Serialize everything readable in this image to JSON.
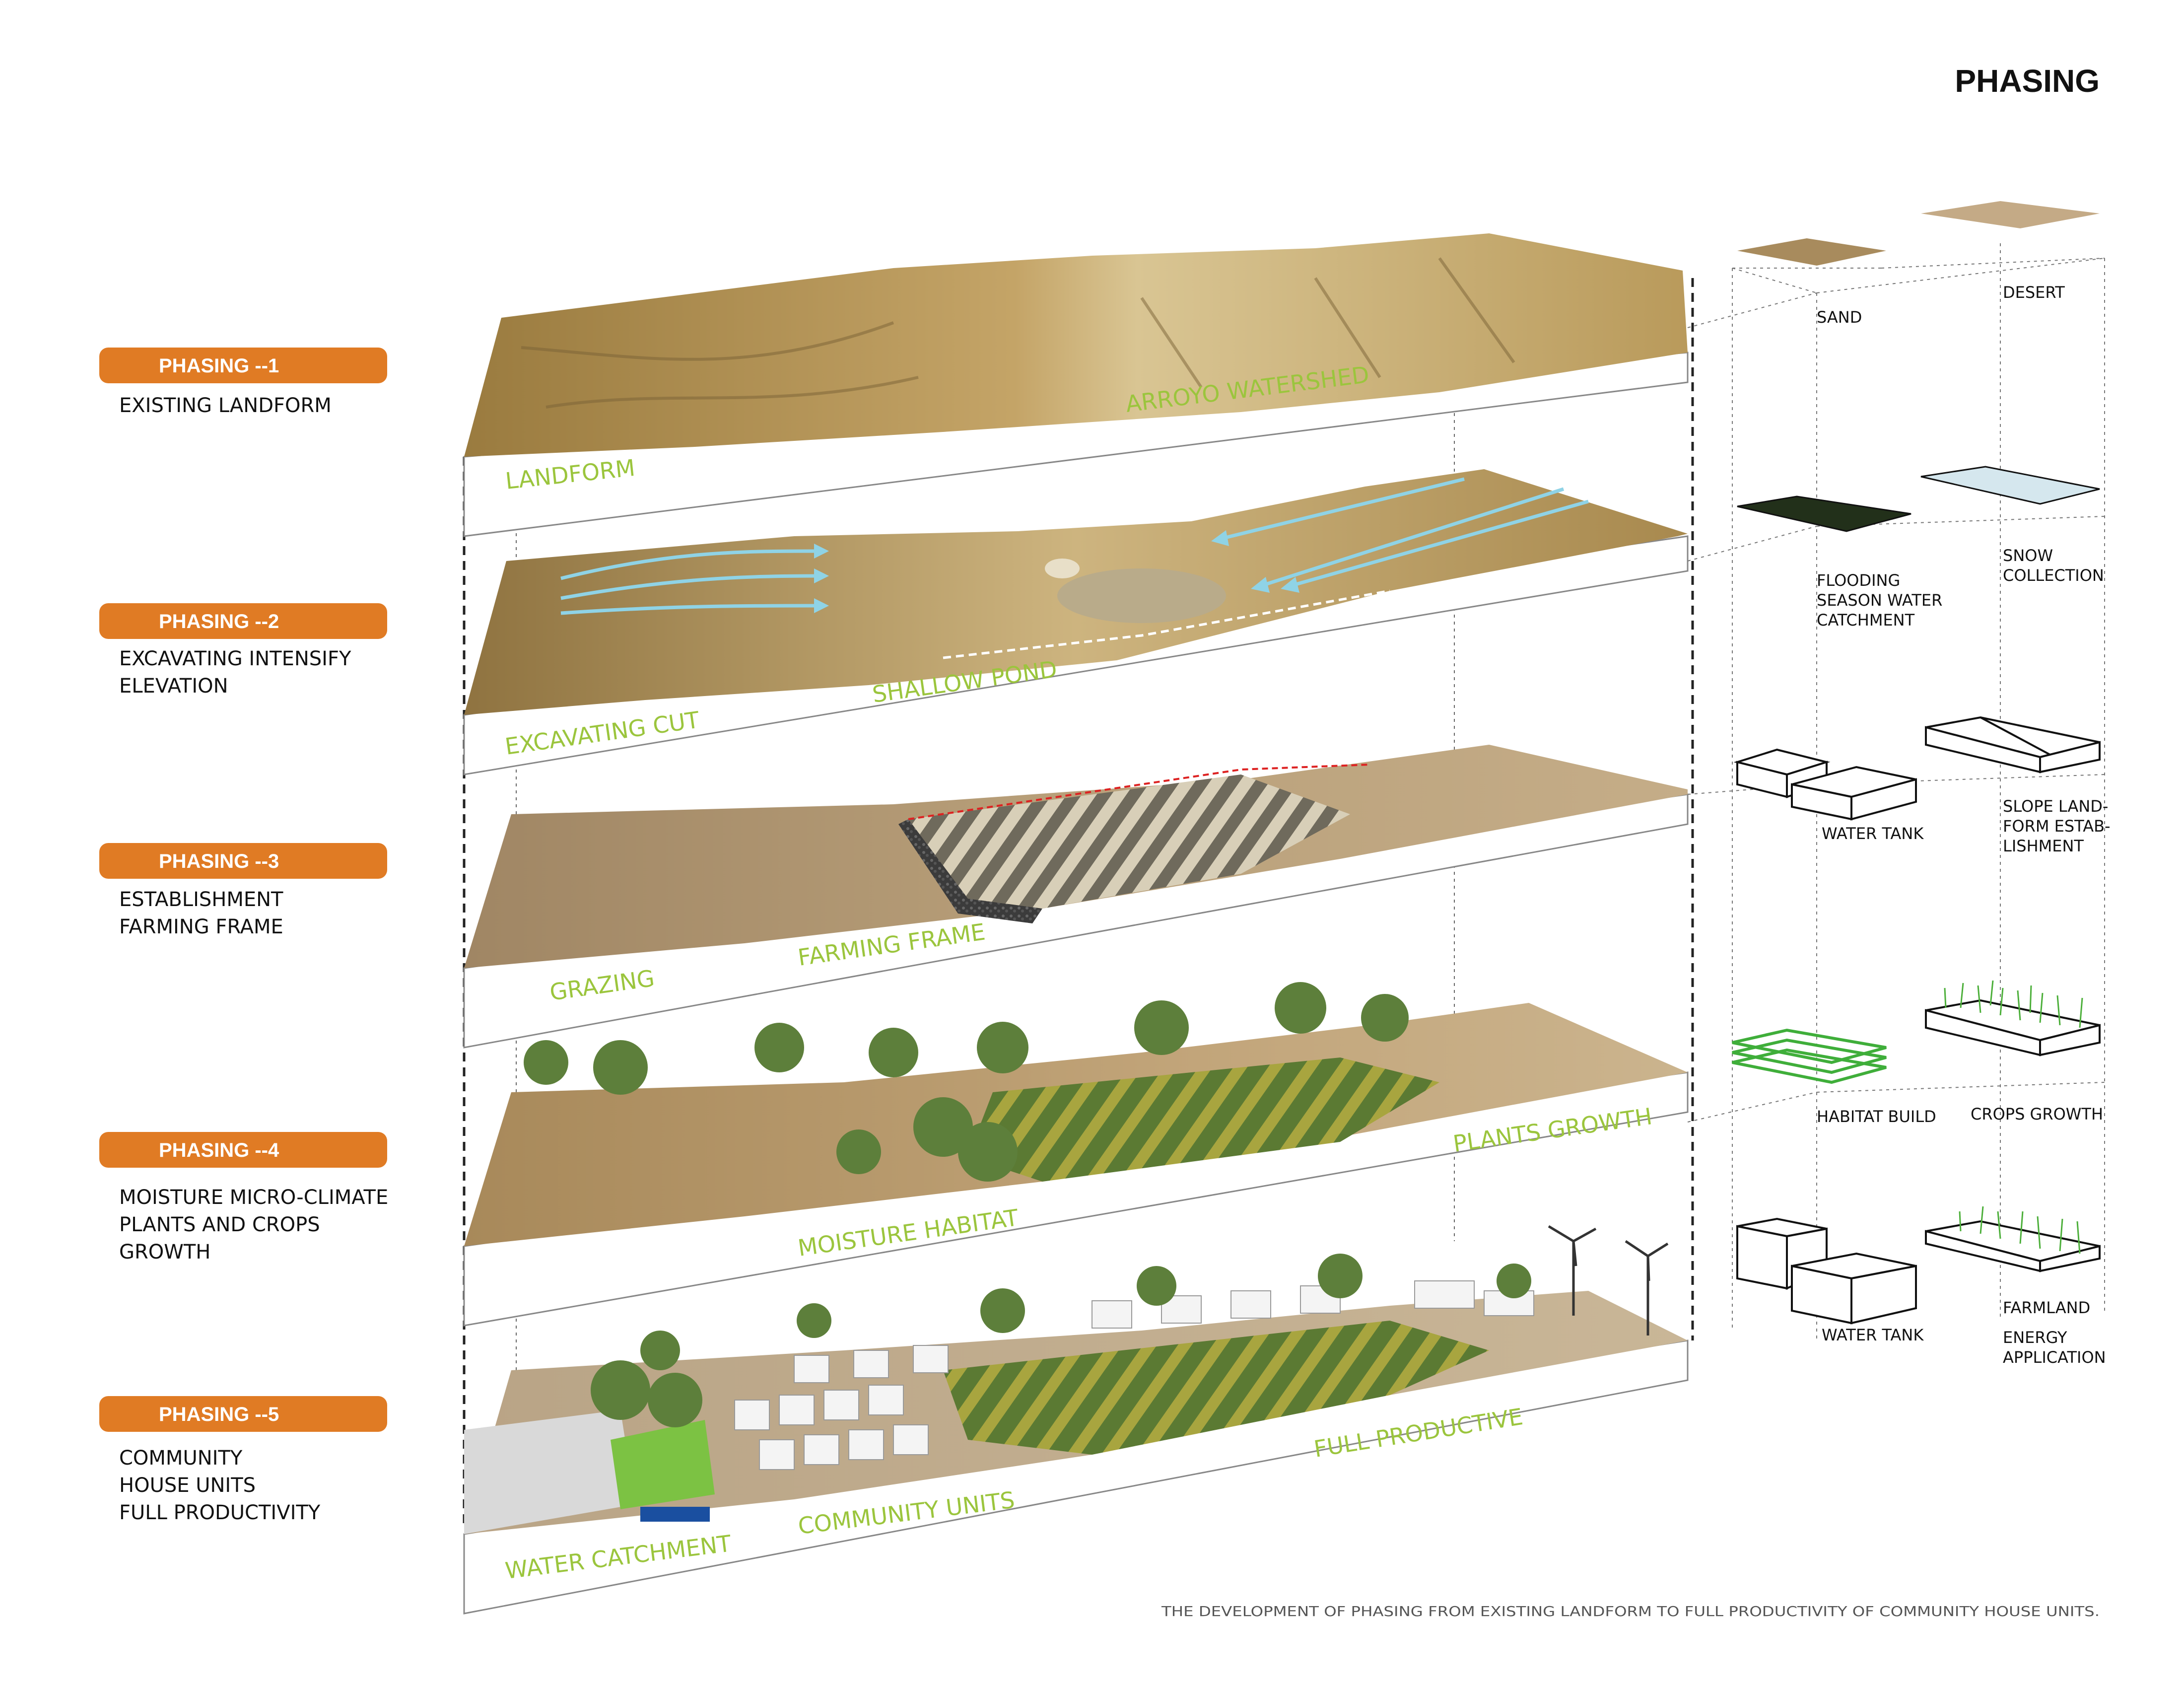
{
  "page": {
    "title": "PHASING",
    "caption": "THE DEVELOPMENT OF PHASING FROM EXISTING LANDFORM TO FULL PRODUCTIVITY OF COMMUNITY HOUSE UNITS."
  },
  "phases": [
    {
      "badge": "PHASING --1",
      "desc": [
        "EXISTING LANDFORM"
      ],
      "labels": [
        "LANDFORM",
        "ARROYO WATERSHED"
      ]
    },
    {
      "badge": "PHASING --2",
      "desc": [
        "EXCAVATING INTENSIFY",
        "ELEVATION"
      ],
      "labels": [
        "EXCAVATING CUT",
        "SHALLOW POND"
      ]
    },
    {
      "badge": "PHASING --3",
      "desc": [
        "ESTABLISHMENT",
        "FARMING FRAME"
      ],
      "labels": [
        "GRAZING",
        "FARMING  FRAME"
      ]
    },
    {
      "badge": "PHASING --4",
      "desc": [
        "MOISTURE MICRO-CLIMATE",
        "PLANTS AND CROPS",
        "GROWTH"
      ],
      "labels": [
        "MOISTURE HABITAT",
        "PLANTS GROWTH"
      ]
    },
    {
      "badge": "PHASING --5",
      "desc": [
        "COMMUNITY",
        "HOUSE UNITS",
        "FULL PRODUCTIVITY"
      ],
      "labels": [
        "WATER CATCHMENT",
        "COMMUNITY UNITS",
        "FULL PRODUCTIVE"
      ]
    }
  ],
  "legend": {
    "sand": "SAND",
    "desert": "DESERT",
    "flooding": [
      "FLOODING",
      "SEASON WATER",
      "CATCHMENT"
    ],
    "snow": [
      "SNOW",
      "COLLECTION"
    ],
    "water_tank_1": "WATER TANK",
    "slope": [
      "SLOPE LAND-",
      "FORM ESTAB-",
      "LISHMENT"
    ],
    "habitat": "HABITAT BUILD",
    "crops": "CROPS GROWTH",
    "water_tank_2": "WATER TANK",
    "farmland": "FARMLAND",
    "energy": [
      "ENERGY",
      "APPLICATION"
    ]
  },
  "colors": {
    "badge": "#e07b24",
    "label_green": "#9bc53d",
    "soil_dark": "#a4874d",
    "soil_light": "#cdb37c",
    "flow_arrow": "#8fd3e6",
    "crop_green": "#4caf3a"
  }
}
